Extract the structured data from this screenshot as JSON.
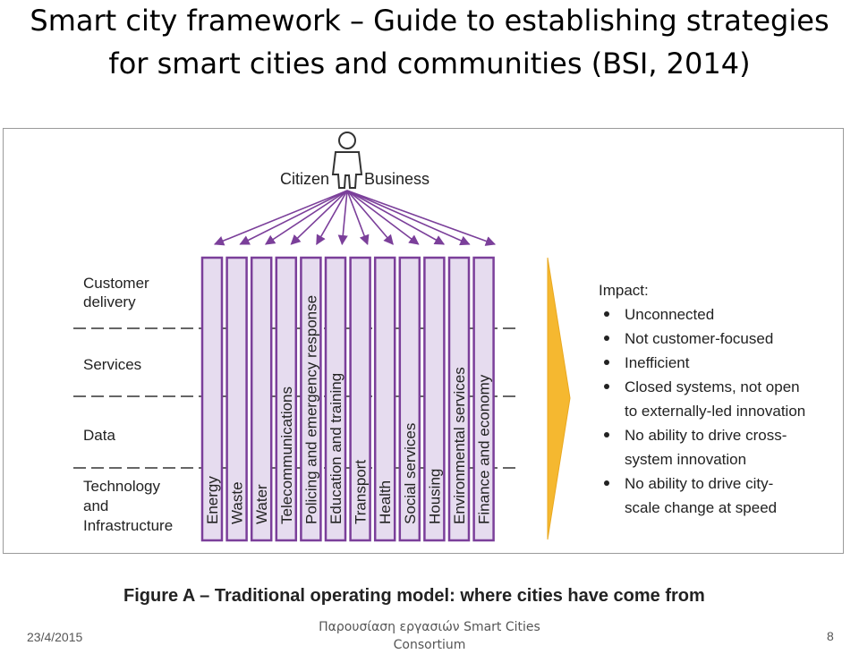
{
  "slide": {
    "title_line1": "Smart city framework – Guide to establishing strategies",
    "title_line2": "for smart cities and communities (BSI, 2014)"
  },
  "diagram": {
    "top_labels": {
      "left": "Citizen",
      "right": "Business"
    },
    "layers": [
      "Customer",
      "delivery",
      "Services",
      "Data",
      "Technology",
      "and",
      "Infrastructure"
    ],
    "columns": [
      "Energy",
      "Waste",
      "Water",
      "Telecommunications",
      "Policing and emergency response",
      "Education and training",
      "Transport",
      "Health",
      "Social services",
      "Housing",
      "Environmental services",
      "Finance and economy"
    ],
    "impact_title": "Impact:",
    "impact_lines": [
      "Unconnected",
      "Not customer-focused",
      "Inefficient",
      "Closed systems, not open",
      "to externally-led innovation",
      "No ability to drive cross-",
      "system innovation",
      "No ability to drive city-",
      "scale change at speed"
    ],
    "colors": {
      "column_fill": "#e6dcef",
      "column_stroke": "#7b3f9a",
      "arrow": "#7b3f9a",
      "chevron": "#f5b830"
    },
    "icons": {
      "person": "person-icon"
    }
  },
  "caption": "Figure A – Traditional operating model: where cities have come from",
  "footer": {
    "date": "23/4/2015",
    "center_line1": "Παρουσίαση εργασιών Smart Cities",
    "center_line2": "Consortium",
    "page": "8"
  }
}
